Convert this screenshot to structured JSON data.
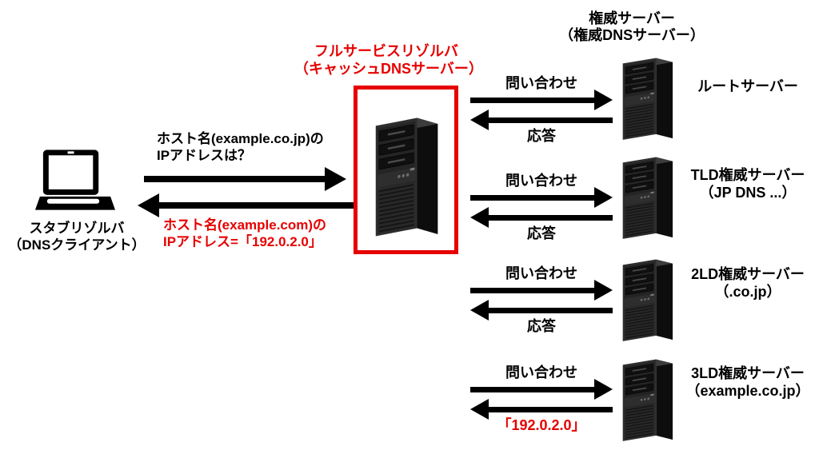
{
  "colors": {
    "accent_red": "#e60000",
    "ink_black": "#000000",
    "background": "#ffffff"
  },
  "icons": [
    "laptop-icon",
    "server-tower-icon"
  ],
  "client": {
    "label_line1": "スタブリゾルバ",
    "label_line2": "（DNSクライアント）",
    "query_line1": "ホスト名(example.co.jp)の",
    "query_line2": "IPアドレスは？",
    "answer_line1": "ホスト名(example.com)の",
    "answer_line2": "IPアドレス=「192.0.2.0」"
  },
  "resolver": {
    "title_line1": "フルサービスリゾルバ",
    "title_line2": "（キャッシュDNSサーバー）"
  },
  "authoritative_group": {
    "title_line1": "権威サーバー",
    "title_line2": "（権威DNSサーバー）"
  },
  "flows": [
    {
      "query": "問い合わせ",
      "response": "応答",
      "server_line1": "ルートサーバー",
      "server_line2": ""
    },
    {
      "query": "問い合わせ",
      "response": "応答",
      "server_line1": "TLD権威サーバー",
      "server_line2": "（JP DNS ...）"
    },
    {
      "query": "問い合わせ",
      "response": "応答",
      "server_line1": "2LD権威サーバー",
      "server_line2": "（.co.jp）"
    },
    {
      "query": "問い合わせ",
      "response": "「192.0.2.0」",
      "server_line1": "3LD権威サーバー",
      "server_line2": "（example.co.jp）"
    }
  ]
}
